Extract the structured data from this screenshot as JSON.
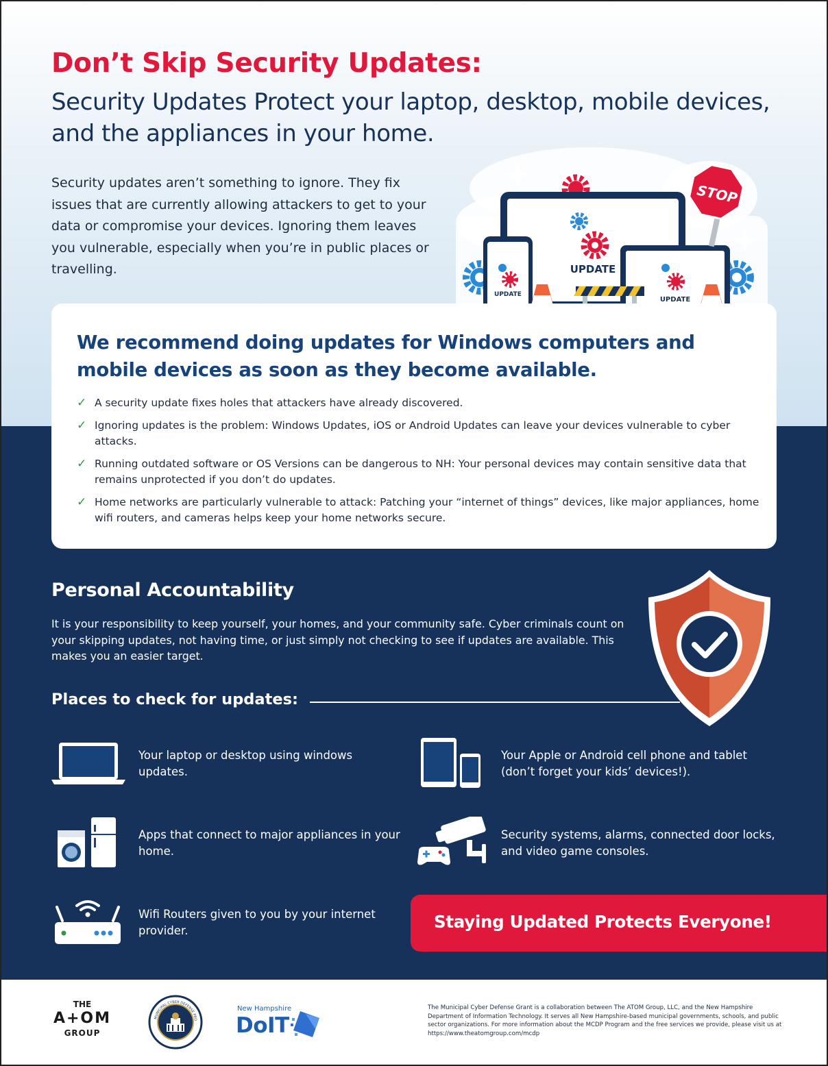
{
  "header": {
    "title": "Don’t Skip Security Updates:",
    "subtitle": "Security Updates Protect your laptop, desktop, mobile devices, and the appliances in your home.",
    "intro": "Security updates aren’t something to ignore. They fix issues that are currently allowing attackers to get to your data or compromise your devices. Ignoring them leaves you vulnerable, especially when you’re in public places or travelling."
  },
  "hero": {
    "stop_sign": "STOP",
    "monitor_label": "UPDATE",
    "phone_label": "UPDATE",
    "laptop_label": "UPDATE"
  },
  "recommend": {
    "title": "We recommend doing updates for Windows computers and mobile devices as soon as they become available.",
    "check_glyph": "✓",
    "items": [
      "A security update fixes holes that attackers have already discovered.",
      "Ignoring updates is the problem: Windows Updates, iOS or Android Updates can leave your devices vulnerable to cyber attacks.",
      "Running outdated software or OS Versions can be dangerous to NH: Your personal devices may contain sensitive data that remains unprotected if you don’t do updates.",
      "Home networks are particularly vulnerable to attack: Patching your “internet of things” devices, like major appliances, home wifi routers, and cameras helps keep your home networks secure."
    ]
  },
  "accountability": {
    "title": "Personal Accountability",
    "text": "It is your responsibility to keep yourself, your homes, and your community safe. Cyber criminals count on your skipping updates, not having time, or just simply not checking to see if updates are available. This makes you an easier target."
  },
  "places": {
    "title": "Places to check for updates:",
    "items": [
      {
        "icon": "laptop-icon",
        "text": "Your laptop or desktop using windows updates."
      },
      {
        "icon": "tablet-phone-icon",
        "text": "Your Apple or Android cell phone and tablet (don’t forget your kids’ devices!)."
      },
      {
        "icon": "appliances-icon",
        "text": "Apps that connect to major appliances in your home."
      },
      {
        "icon": "security-camera-icon",
        "text": "Security systems, alarms, connected door locks, and video game consoles."
      },
      {
        "icon": "wifi-router-icon",
        "text": "Wifi Routers given to you by your internet provider."
      }
    ]
  },
  "cta": "Staying Updated Protects Everyone!",
  "footer": {
    "atom_logo": {
      "line1": "THE",
      "line2": "A+OM",
      "line3": "GROUP"
    },
    "seal_text": "MUNICIPAL CYBER DEFENSE PROGRAM · POWERED BY ATOM",
    "doit_state": "New Hampshire",
    "doit_name": "DoIT",
    "note": "The Municipal Cyber Defense Grant is a collaboration between The ATOM Group, LLC, and the New Hampshire Department of Information Technology. It serves all New Hampshire-based municipal governments, schools, and public sector organizations. For more information about the MCDP Program and the free services we provide, please visit us at https://www.theatomgroup.com/mcdp"
  },
  "colors": {
    "accent_red": "#e0183c",
    "navy": "#17325a",
    "heading_blue": "#17437a",
    "check_green": "#2f9a3a",
    "shield_orange": "#e2714d"
  }
}
